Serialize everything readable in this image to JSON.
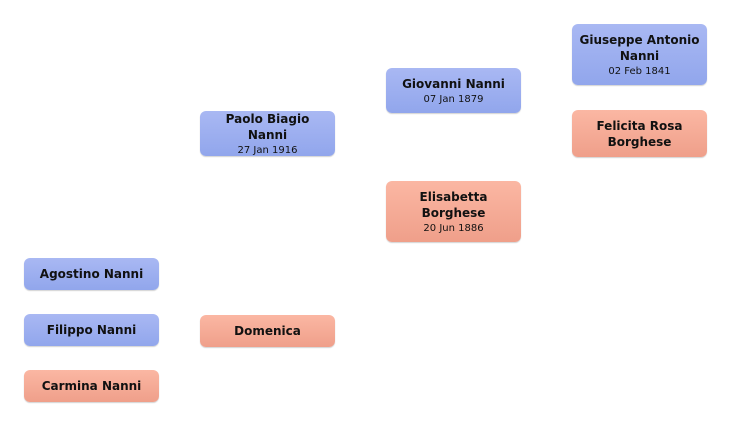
{
  "colors": {
    "male": "#9dafef",
    "female": "#f6ab97",
    "background": "#ffffff"
  },
  "people": {
    "giuseppe": {
      "name": "Giuseppe Antonio Nanni",
      "date": "02 Feb 1841",
      "sex": "male"
    },
    "felicita": {
      "name": "Felicita Rosa Borghese",
      "sex": "female"
    },
    "giovanni": {
      "name": "Giovanni Nanni",
      "date": "07 Jan 1879",
      "sex": "male"
    },
    "elisabetta": {
      "name": "Elisabetta Borghese",
      "date": "20 Jun 1886",
      "sex": "female"
    },
    "paolo": {
      "name": "Paolo Biagio Nanni",
      "date": "27 Jan 1916",
      "sex": "male"
    },
    "domenica": {
      "name": "Domenica",
      "sex": "female"
    },
    "agostino": {
      "name": "Agostino Nanni",
      "sex": "male"
    },
    "filippo": {
      "name": "Filippo Nanni",
      "sex": "male"
    },
    "carmina": {
      "name": "Carmina Nanni",
      "sex": "female"
    }
  }
}
